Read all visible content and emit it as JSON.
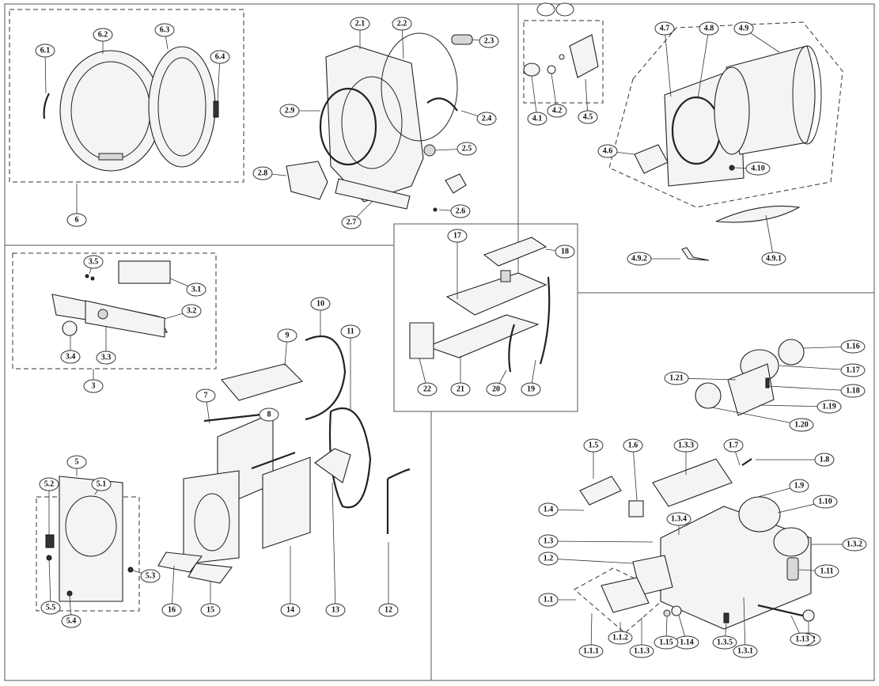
{
  "diagram": {
    "groups": [
      {
        "id": "door",
        "label": "6",
        "parts": [
          "6.1",
          "6.2",
          "6.3",
          "6.4"
        ]
      },
      {
        "id": "front-frame",
        "parts": [
          "2.1",
          "2.2",
          "2.3",
          "2.4",
          "2.5",
          "2.6",
          "2.7",
          "2.8",
          "2.9"
        ]
      },
      {
        "id": "drum",
        "parts": [
          "4.1",
          "4.2",
          "4.5",
          "4.6",
          "4.7",
          "4.8",
          "4.9",
          "4.9.1",
          "4.9.2",
          "4.10"
        ]
      },
      {
        "id": "control-panel",
        "label": "3",
        "parts": [
          "3.1",
          "3.2",
          "3.3",
          "3.4",
          "3.5"
        ]
      },
      {
        "id": "top-water",
        "parts": [
          "17",
          "18",
          "19",
          "20",
          "21",
          "22"
        ]
      },
      {
        "id": "cabinet",
        "parts": [
          "7",
          "8",
          "9",
          "10",
          "11",
          "12",
          "13",
          "14",
          "15",
          "16"
        ]
      },
      {
        "id": "back-panel",
        "label": "5",
        "parts": [
          "5.1",
          "5.2",
          "5.3",
          "5.4",
          "5.5"
        ]
      },
      {
        "id": "fan-motor",
        "parts": [
          "1.16",
          "1.17",
          "1.18",
          "1.19",
          "1.20",
          "1.21"
        ]
      },
      {
        "id": "base",
        "parts": [
          "1.1",
          "1.1.1",
          "1.1.2",
          "1.1.3",
          "1.2",
          "1.3",
          "1.3.1",
          "1.3.2",
          "1.3.3",
          "1.3.4",
          "1.3.5",
          "1.4",
          "1.5",
          "1.6",
          "1.7",
          "1.8",
          "1.9",
          "1.10",
          "1.11",
          "1.12",
          "1.13",
          "1.14",
          "1.15"
        ]
      }
    ]
  }
}
